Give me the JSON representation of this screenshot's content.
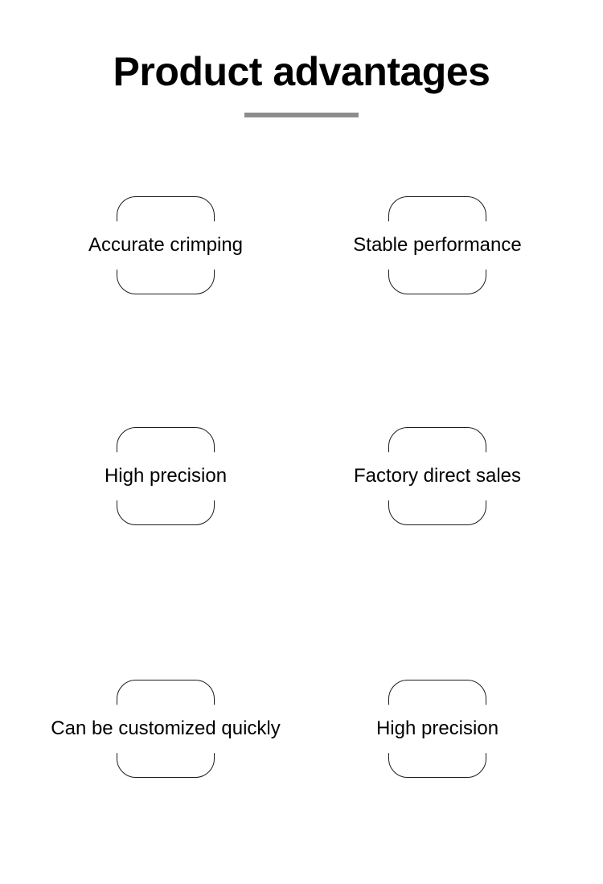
{
  "page": {
    "title": "Product advantages"
  },
  "advantages": {
    "items": [
      {
        "label": "Accurate crimping"
      },
      {
        "label": "Stable performance"
      },
      {
        "label": "High precision"
      },
      {
        "label": "Factory direct sales"
      },
      {
        "label": "Can be customized quickly"
      },
      {
        "label": "High precision"
      }
    ]
  },
  "colors": {
    "background": "#ffffff",
    "title_text": "#000000",
    "divider": "#8c8c8c",
    "frame_border": "#1c1c1c",
    "label_text": "#000000"
  }
}
